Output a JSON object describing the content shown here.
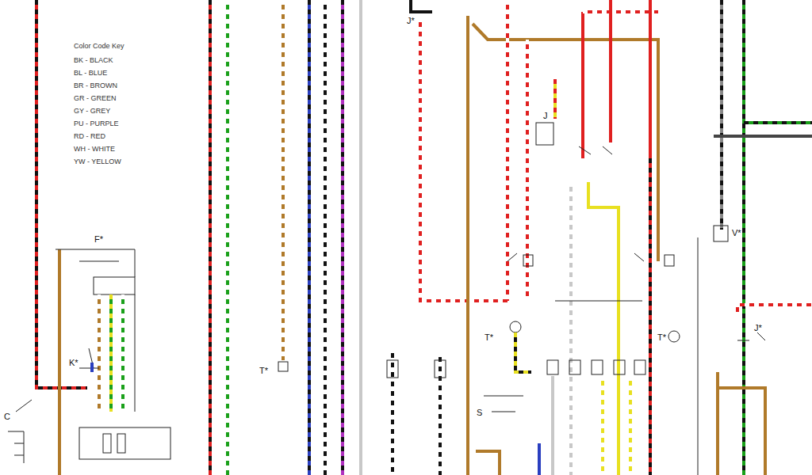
{
  "diagram": {
    "labels": [
      "Color Code Key",
      "F*",
      "K*",
      "C",
      "T*",
      "J*",
      "J",
      "T*",
      "T*",
      "V*",
      "J*",
      "S"
    ],
    "legend": [
      {
        "text": "BK - BLACK"
      },
      {
        "text": "BL - BLUE"
      },
      {
        "text": "BR - BROWN"
      },
      {
        "text": "GR - GREEN"
      },
      {
        "text": "GY - GREY"
      },
      {
        "text": "PU - PURPLE"
      },
      {
        "text": "RD - RED"
      },
      {
        "text": "WH - WHITE"
      },
      {
        "text": "YW - YELLOW"
      }
    ]
  }
}
